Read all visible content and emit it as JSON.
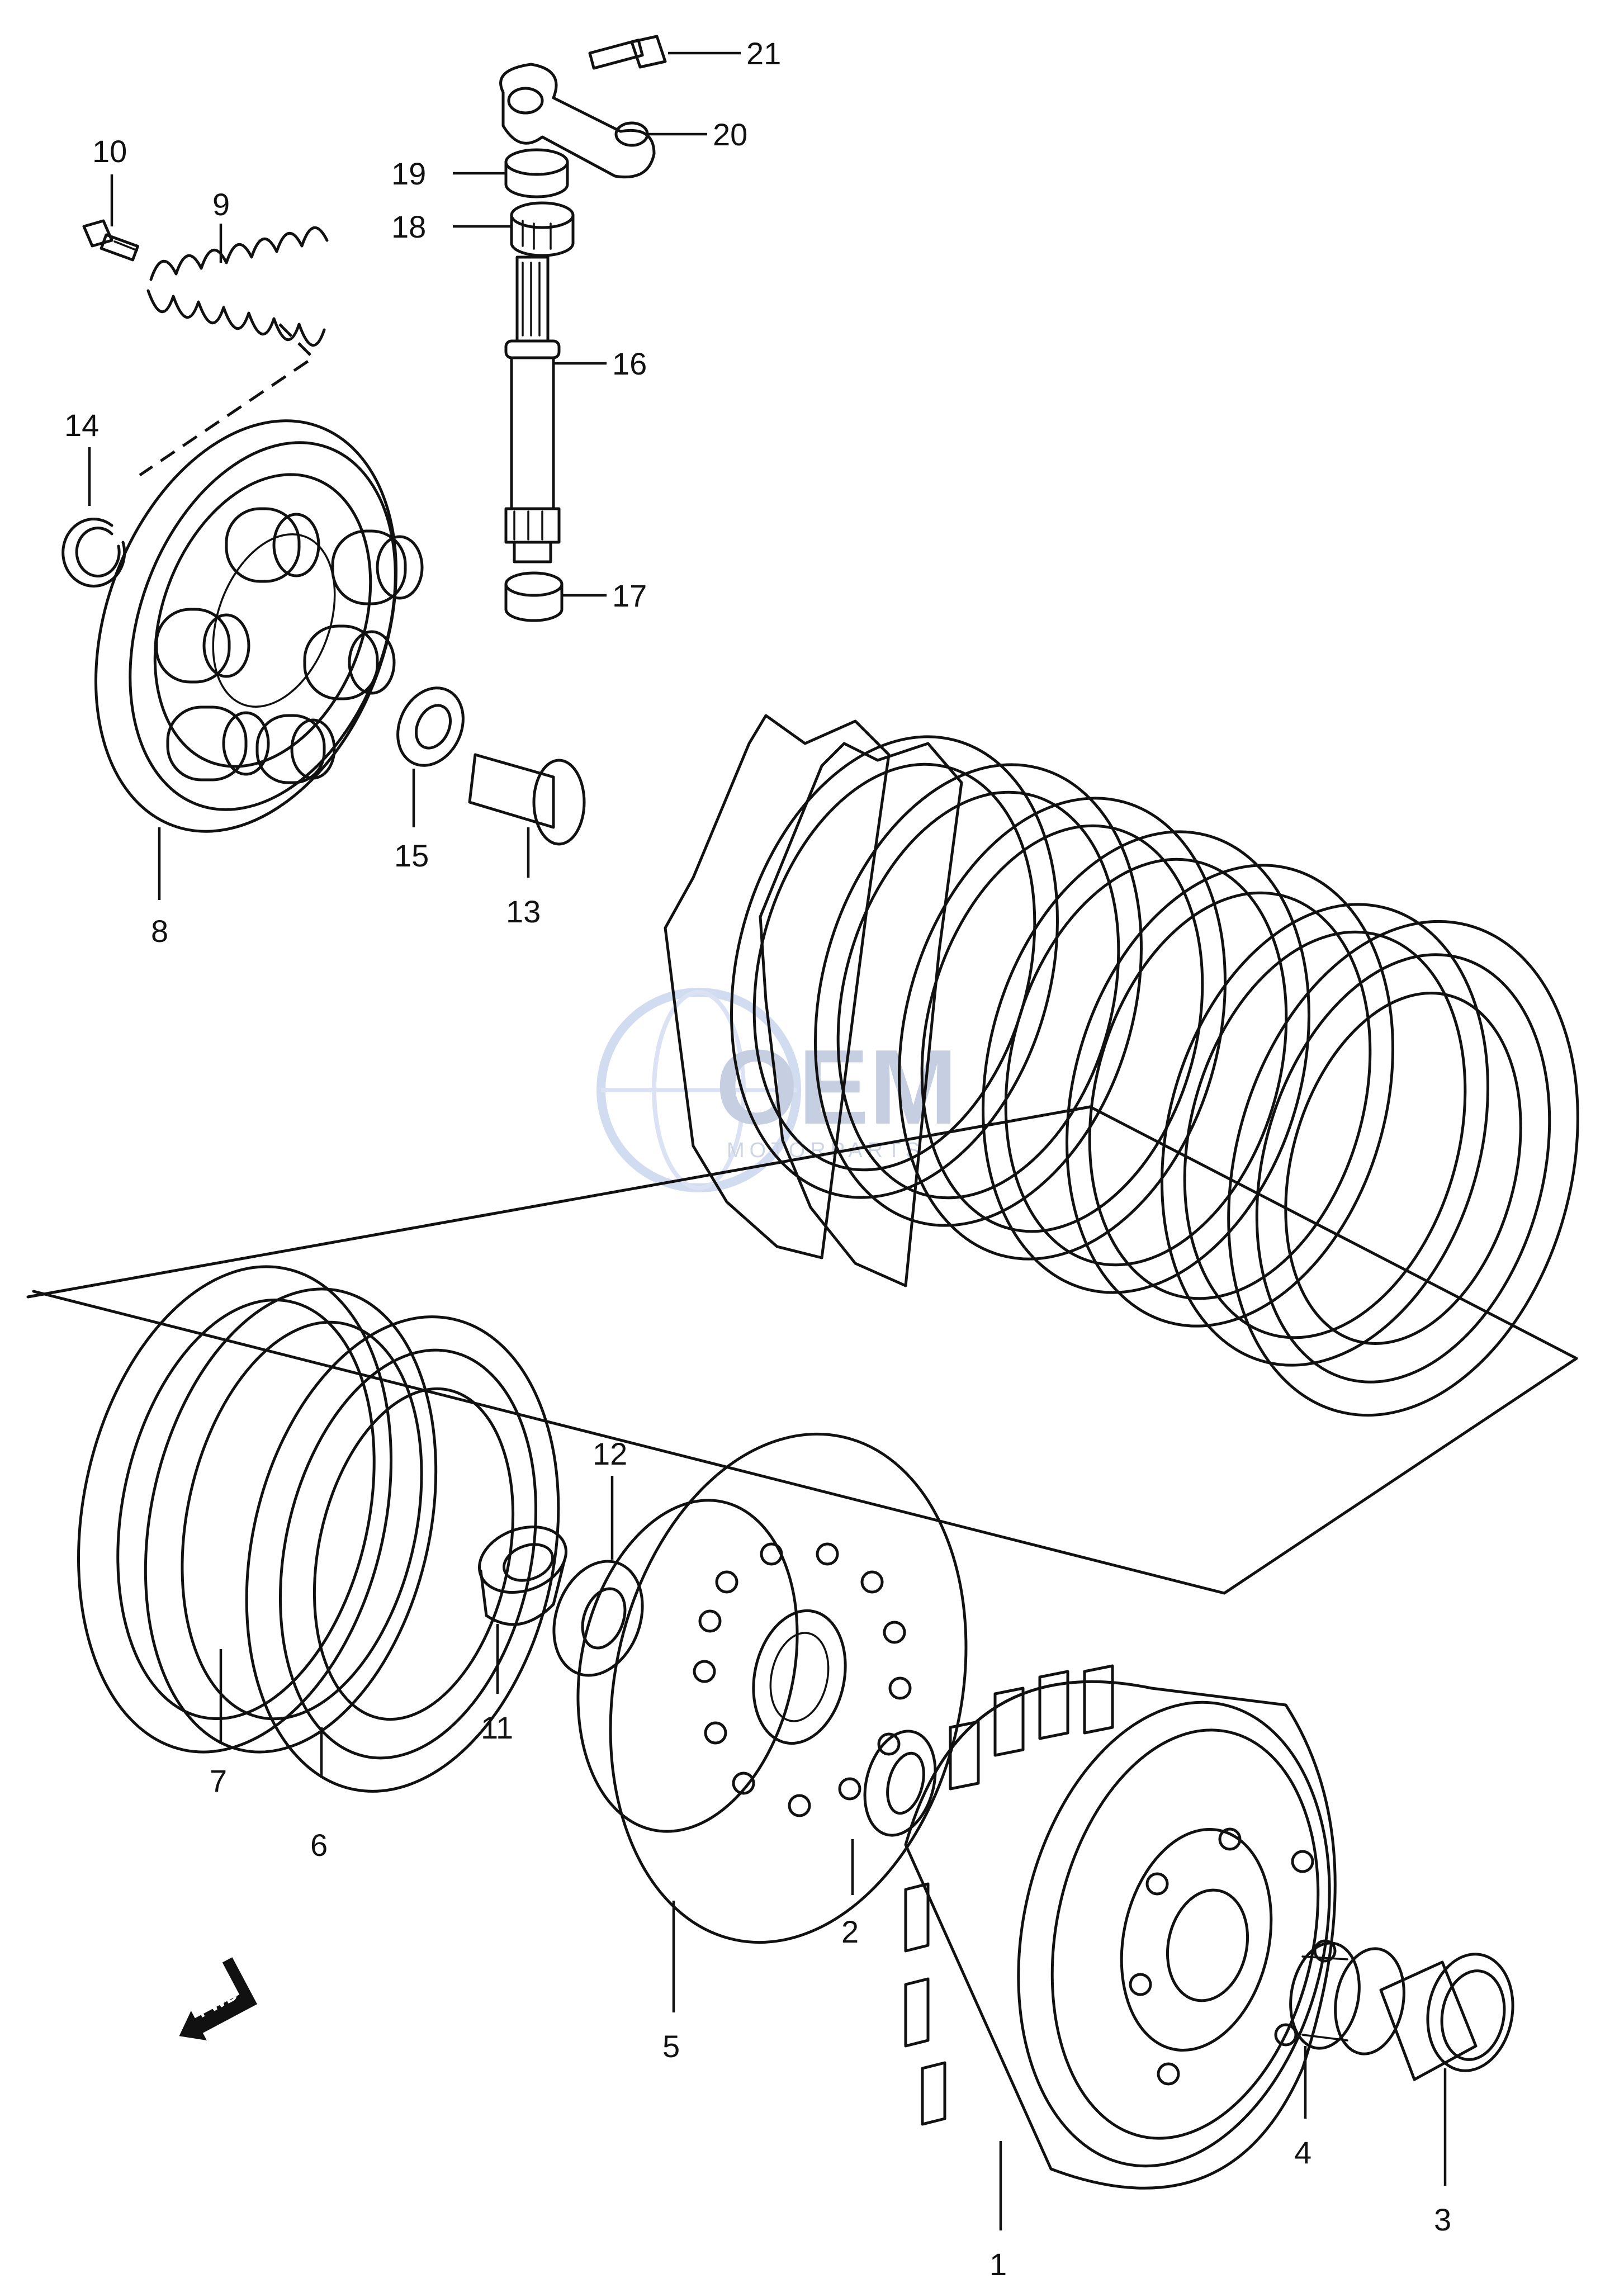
{
  "watermark": {
    "brand": "OEM",
    "tagline": "MOTORPARTS"
  },
  "fwd_arrow": {
    "label": "FWD",
    "icon": "fwd-arrow-icon"
  },
  "parts": [
    {
      "id": "1",
      "label": "1",
      "name": "clutch-housing"
    },
    {
      "id": "2",
      "label": "2",
      "name": "thrust-washer"
    },
    {
      "id": "3",
      "label": "3",
      "name": "spacer"
    },
    {
      "id": "4",
      "label": "4",
      "name": "needle-bearing"
    },
    {
      "id": "5",
      "label": "5",
      "name": "clutch-sleeve-hub"
    },
    {
      "id": "6",
      "label": "6",
      "name": "drive-plate"
    },
    {
      "id": "7",
      "label": "7",
      "name": "driven-plate"
    },
    {
      "id": "8",
      "label": "8",
      "name": "pressure-plate"
    },
    {
      "id": "9",
      "label": "9",
      "name": "clutch-spring"
    },
    {
      "id": "10",
      "label": "10",
      "name": "spring-bolt"
    },
    {
      "id": "11",
      "label": "11",
      "name": "nut"
    },
    {
      "id": "12",
      "label": "12",
      "name": "lock-washer"
    },
    {
      "id": "13",
      "label": "13",
      "name": "push-piece"
    },
    {
      "id": "14",
      "label": "14",
      "name": "circlip"
    },
    {
      "id": "15",
      "label": "15",
      "name": "bearing"
    },
    {
      "id": "16",
      "label": "16",
      "name": "release-shaft"
    },
    {
      "id": "17",
      "label": "17",
      "name": "lower-bearing"
    },
    {
      "id": "18",
      "label": "18",
      "name": "upper-bearing"
    },
    {
      "id": "19",
      "label": "19",
      "name": "oil-seal"
    },
    {
      "id": "20",
      "label": "20",
      "name": "release-arm"
    },
    {
      "id": "21",
      "label": "21",
      "name": "arm-bolt"
    }
  ]
}
